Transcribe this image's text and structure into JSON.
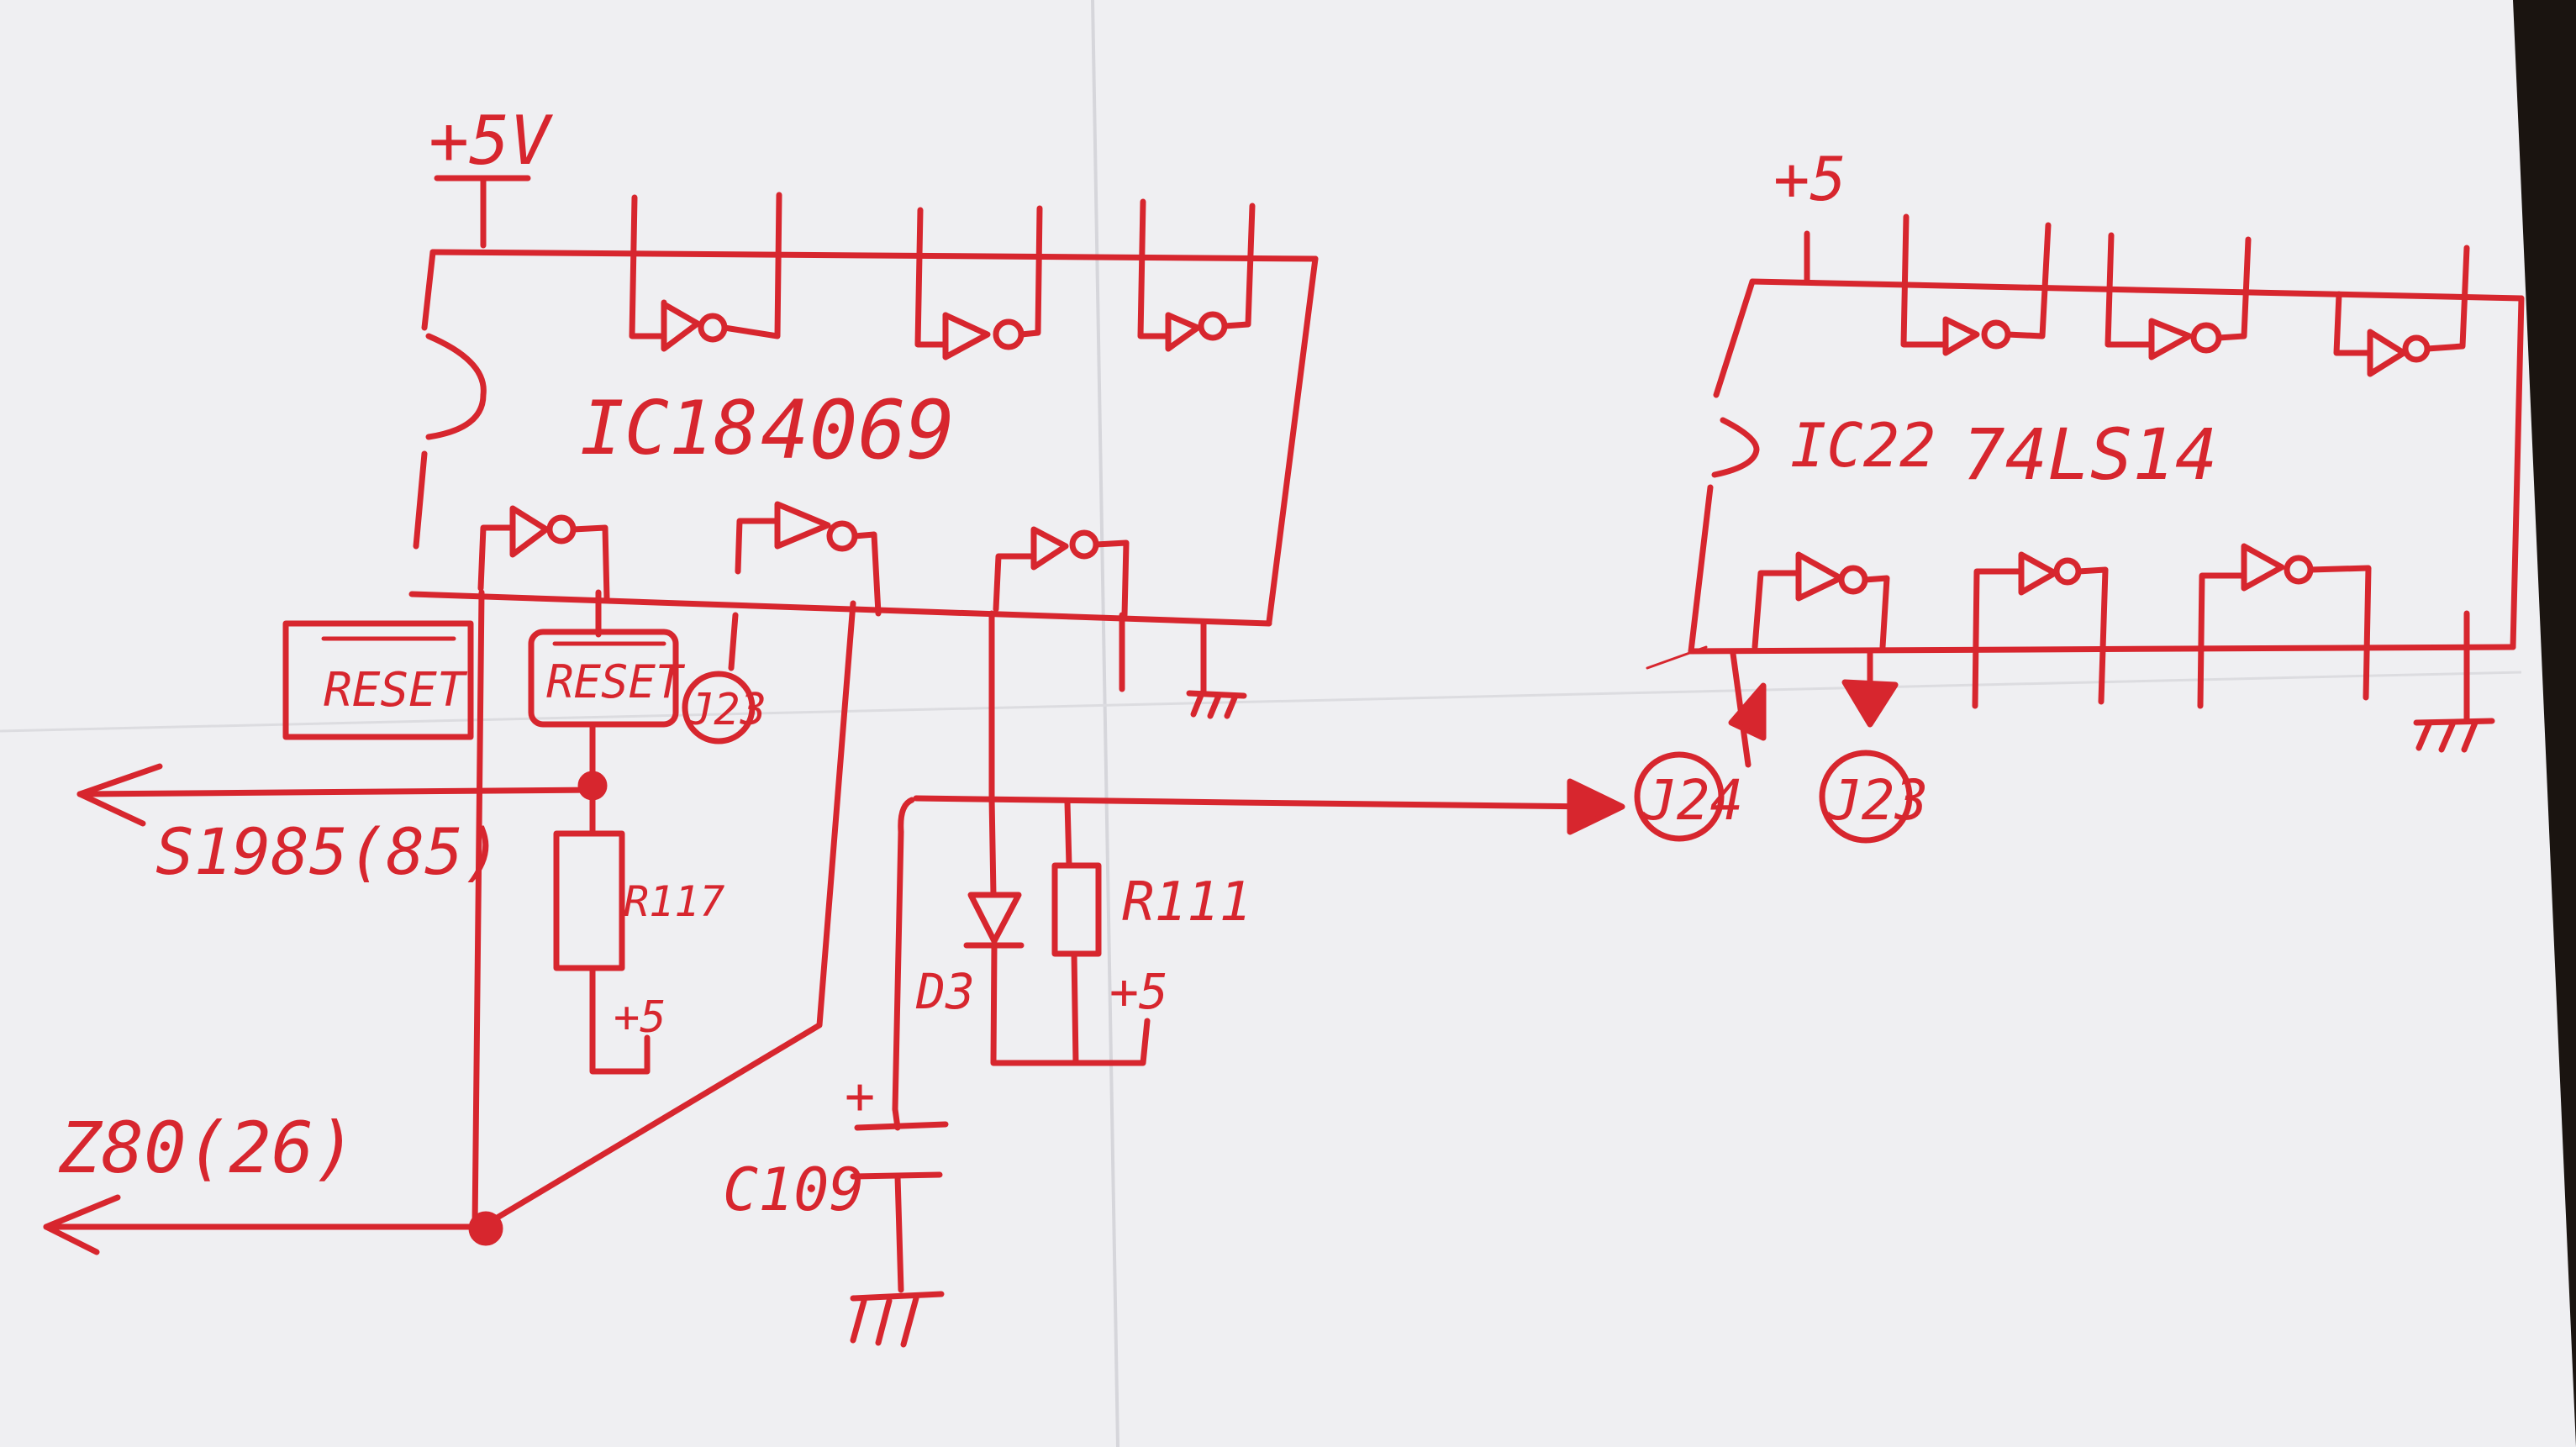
{
  "colors": {
    "paper": "#efeff2",
    "paper_shadow": "#d6d6db",
    "ink": "#d7262e",
    "background_dark": "#1a1410"
  },
  "diagram": {
    "supply_5v": "+5V",
    "supply_plus5": "+5",
    "ic18": {
      "ref": "IC18",
      "part": "4069"
    },
    "ic22": {
      "ref": "IC22",
      "part": "74LS14"
    },
    "reset_box_1": "RESET",
    "reset_box_2": "RESET",
    "connector_j23_left": "J23",
    "connector_j24": "J24",
    "connector_j23_right": "J23",
    "signal_s1985": "S1985(85)",
    "signal_z80": "Z80(26)",
    "resistor_r117": "R117",
    "resistor_r111": "R111",
    "diode_d3": "D3",
    "capacitor_c109": "C109",
    "cap_plus": "+",
    "r117_supply": "+5",
    "r111_supply": "+5"
  }
}
